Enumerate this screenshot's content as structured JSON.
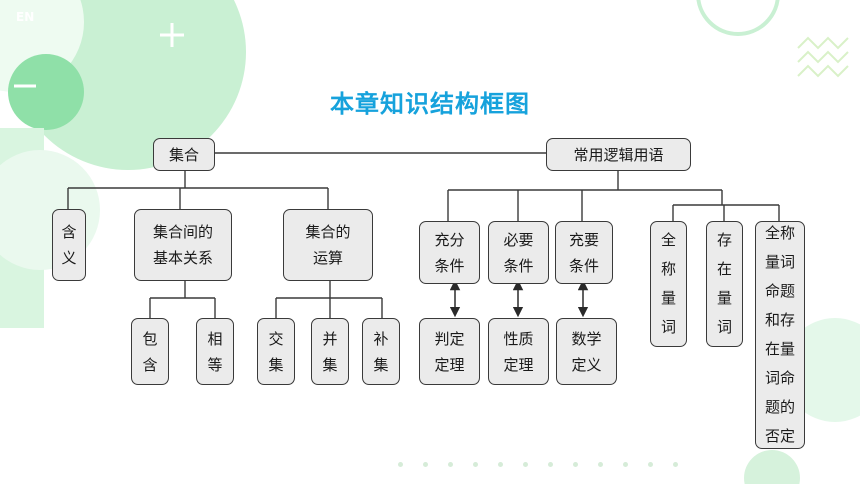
{
  "title": "本章知识结构框图",
  "badge": "EN",
  "nodes": {
    "jihe": "集合",
    "changyong": "常用逻辑用语",
    "hanyi": "含\n义",
    "guanxi": "集合间的\n基本关系",
    "yunsuan": "集合的\n运算",
    "baohan": "包\n含",
    "xiangdeng": "相\n等",
    "jiao": "交\n集",
    "bing": "并\n集",
    "bu": "补\n集",
    "chongfen": "充分\n条件",
    "biyao": "必要\n条件",
    "chongyao": "充要\n条件",
    "panding": "判定\n定理",
    "xingzhi": "性质\n定理",
    "shuxue": "数学\n定义",
    "quancheng": "全\n称\n量\n词",
    "cunzai": "存\n在\n量\n词",
    "fouding": "全称\n量词\n命题\n和存\n在量\n词命\n题的\n否定"
  },
  "colors": {
    "title": "#16a2dc",
    "node_fill": "#ebebeb",
    "node_border": "#3a3a3a",
    "deco_green": "#c8eed2"
  }
}
